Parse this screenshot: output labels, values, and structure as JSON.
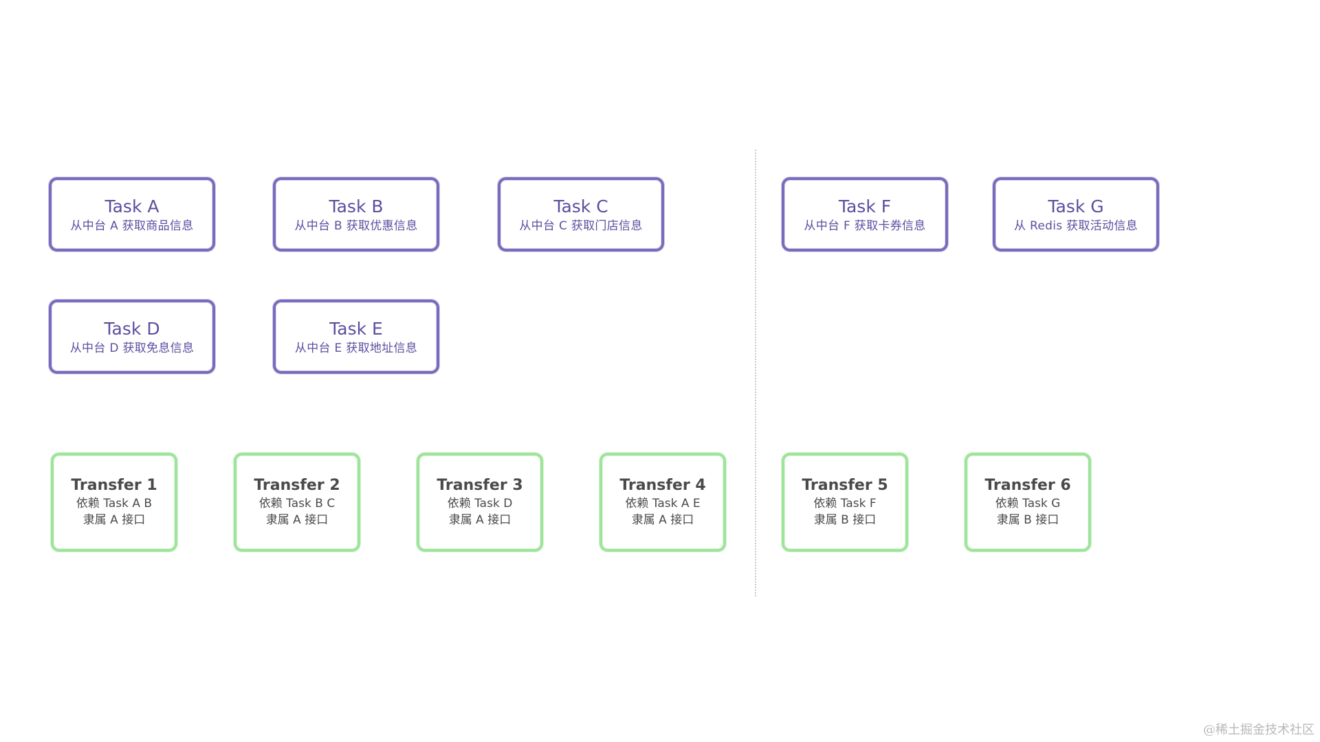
{
  "tasks": [
    {
      "title": "Task A",
      "desc": "从中台 A 获取商品信息"
    },
    {
      "title": "Task B",
      "desc": "从中台 B 获取优惠信息"
    },
    {
      "title": "Task C",
      "desc": "从中台 C 获取门店信息"
    },
    {
      "title": "Task D",
      "desc": "从中台 D 获取免息信息"
    },
    {
      "title": "Task E",
      "desc": "从中台 E 获取地址信息"
    },
    {
      "title": "Task F",
      "desc": "从中台 F 获取卡券信息"
    },
    {
      "title": "Task G",
      "desc": "从 Redis 获取活动信息"
    }
  ],
  "transfers": [
    {
      "title": "Transfer 1",
      "depends": "依赖 Task A B",
      "belongs": "隶属 A 接口"
    },
    {
      "title": "Transfer 2",
      "depends": "依赖 Task B C",
      "belongs": "隶属 A 接口"
    },
    {
      "title": "Transfer 3",
      "depends": "依赖 Task D",
      "belongs": "隶属 A 接口"
    },
    {
      "title": "Transfer 4",
      "depends": "依赖 Task A E",
      "belongs": "隶属 A 接口"
    },
    {
      "title": "Transfer 5",
      "depends": "依赖 Task F",
      "belongs": "隶属 B 接口"
    },
    {
      "title": "Transfer 6",
      "depends": "依赖 Task G",
      "belongs": "隶属 B 接口"
    }
  ],
  "colors": {
    "task_border": "#7a6cbc",
    "task_text": "#5a4fa0",
    "transfer_border": "#9ee49a",
    "transfer_text": "#4a4a4a"
  },
  "watermark": "@稀土掘金技术社区"
}
